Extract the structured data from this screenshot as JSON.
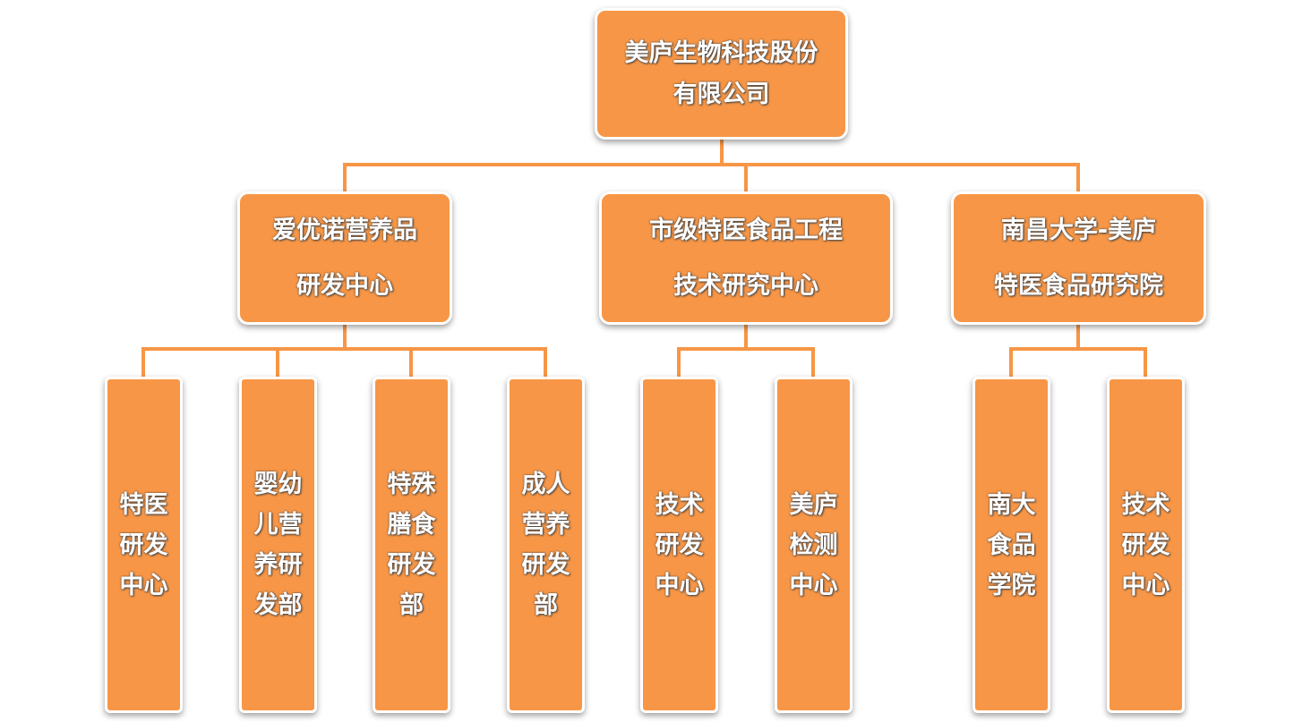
{
  "colors": {
    "box_fill": "#F79646",
    "connector": "#F79646",
    "border": "#FFFFFF"
  },
  "root": {
    "lines": [
      "美庐生物科技股份",
      "有限公司"
    ]
  },
  "level1": [
    {
      "lines": [
        "爱优诺营养品",
        "研发中心"
      ]
    },
    {
      "lines": [
        "市级特医食品工程",
        "技术研究中心"
      ]
    },
    {
      "lines": [
        "南昌大学-美庐",
        "特医食品研究院"
      ]
    }
  ],
  "level2": [
    {
      "lines": [
        "特医",
        "研发",
        "中心"
      ]
    },
    {
      "lines": [
        "婴幼",
        "儿营",
        "养研",
        "发部"
      ]
    },
    {
      "lines": [
        "特殊",
        "膳食",
        "研发",
        "部"
      ]
    },
    {
      "lines": [
        "成人",
        "营养",
        "研发",
        "部"
      ]
    },
    {
      "lines": [
        "技术",
        "研发",
        "中心"
      ]
    },
    {
      "lines": [
        "美庐",
        "检测",
        "中心"
      ]
    },
    {
      "lines": [
        "南大",
        "食品",
        "学院"
      ]
    },
    {
      "lines": [
        "技术",
        "研发",
        "中心"
      ]
    }
  ]
}
